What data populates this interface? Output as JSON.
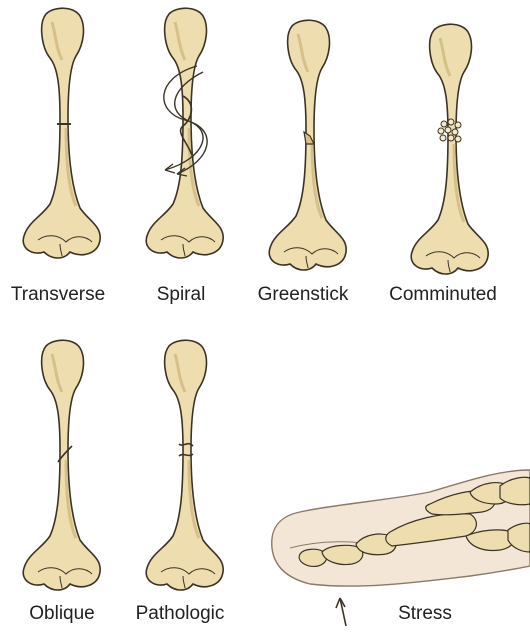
{
  "figure": {
    "labels": {
      "transverse": "Transverse",
      "spiral": "Spiral",
      "greenstick": "Greenstick",
      "comminuted": "Comminuted",
      "oblique": "Oblique",
      "pathologic": "Pathologic",
      "stress": "Stress"
    },
    "colors": {
      "bone_fill": "#EDDDAF",
      "bone_shade": "#D6C08A",
      "outline": "#3B3325",
      "skin_fill": "#F3E6D6",
      "skin_outline": "#8A7A68"
    },
    "icons": {
      "arrow": "arrow-icon",
      "fracture": "fracture-line-icon"
    }
  }
}
